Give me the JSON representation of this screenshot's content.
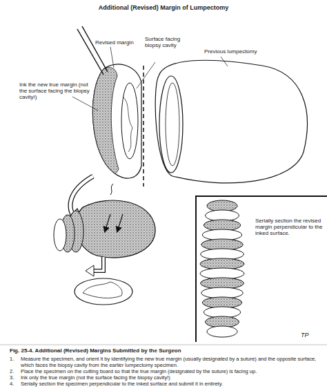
{
  "diagram": {
    "title": "Additional (Revised) Margin of Lumpectomy",
    "caption": "Fig. 25-4. Additional (Revised) Margins Submitted by the Surgeon",
    "nodes": [
      {
        "text": [
          "Serially section the revised margin perpendicular to the inked surface."
        ]
      }
    ],
    "labels": [
      "Revised margin",
      "Surface facing biopsy cavity",
      "Previous lumpectomy",
      "Ink the new true margin (not the surface facing the biopsy cavity!)",
      "TP",
      "1.",
      "Measure the specimen, and orient it by identifying the new true margin (usually designated by a suture) and the opposite surface, which faces the biopsy cavity from the earlier lumpectomy specimen.",
      "2.",
      "Place the specimen on the cutting board so that the true margin (designated by the suture) is facing up.",
      "3.",
      "Ink only the true margin (not the surface facing the biopsy cavity!)",
      "4.",
      "Serially section the specimen perpendicular to the inked surface and submit it in entirety."
    ]
  }
}
